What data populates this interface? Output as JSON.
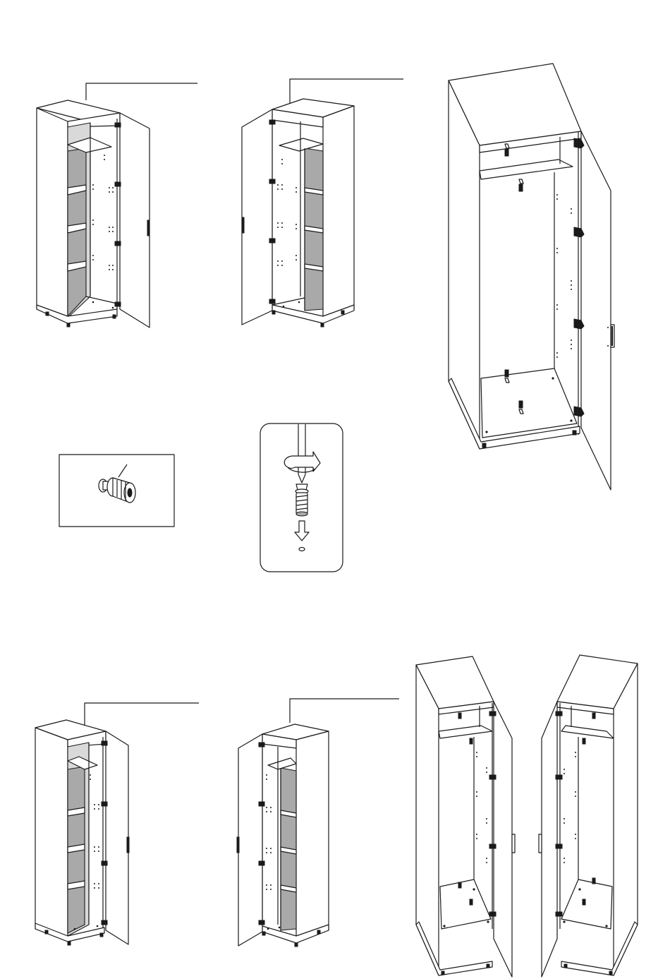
{
  "figure": {
    "type": "assembly-instruction",
    "text_labels": [],
    "line_color": "#1a1a1a",
    "panel_fill_dark": "#a9a9a9",
    "panel_fill_light": "#d9d9d9",
    "background": "#ffffff"
  },
  "steps": [
    {
      "name": "cabinet-right-hinge-door-open"
    },
    {
      "name": "cabinet-left-hinge-door-open"
    },
    {
      "name": "cabinet-hinge-detail-large"
    },
    {
      "name": "leveling-foot-part"
    },
    {
      "name": "leveling-foot-screw-in-detail"
    },
    {
      "name": "cabinet-right-hinge-door-open-lower"
    },
    {
      "name": "cabinet-left-hinge-door-open-lower"
    },
    {
      "name": "cabinet-pair-hinge-detail"
    }
  ],
  "icons": [
    "rotate-arrow-icon",
    "down-arrow-icon",
    "screwdriver-icon",
    "leveling-foot-icon",
    "hinge-icon",
    "handle-icon"
  ]
}
